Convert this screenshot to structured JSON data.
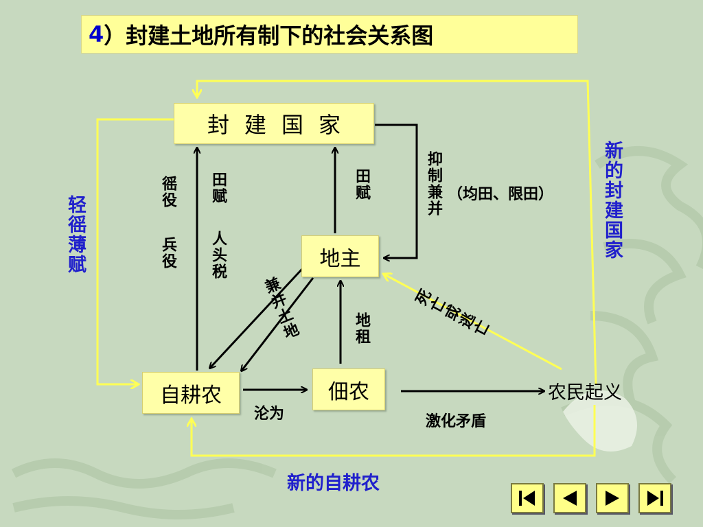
{
  "title": {
    "num": "4",
    "text": "）封建土地所有制下的社会关系图"
  },
  "nodes": {
    "state": "封建国家",
    "landlord": "地主",
    "ownfarmer": "自耕农",
    "tenant": "佃农",
    "uprising": "农民起义"
  },
  "labels": {
    "corvee": "徭役",
    "military": "兵役",
    "landtax1": "田赋",
    "polltax": "人头税",
    "landtax2": "田赋",
    "suppress": "抑制兼并",
    "suppress_note": "（均田、限田）",
    "annex": "兼并土地",
    "rent": "地租",
    "death_flee": "死亡或逃亡",
    "become": "沦为",
    "intensify": "激化矛盾"
  },
  "blue_labels": {
    "light_tax": "轻徭薄赋",
    "new_state": "新的封建国家",
    "new_ownfarmer": "新的自耕农"
  },
  "colors": {
    "background": "#c7d9bf",
    "node_fill": "#ffffa8",
    "yellow_line": "#ffff55",
    "blue_text": "#2020cc"
  },
  "nav": [
    "first-icon",
    "prev-icon",
    "next-icon",
    "last-icon"
  ]
}
